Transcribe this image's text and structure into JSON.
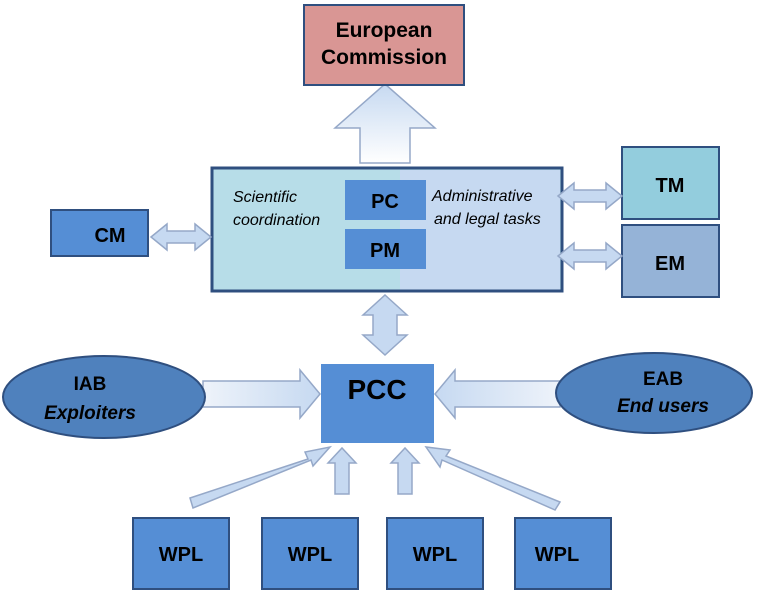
{
  "nodes": {
    "european_commission": {
      "line1": "European",
      "line2": "Commission"
    },
    "cm": {
      "label": "CM"
    },
    "tm": {
      "label": "TM"
    },
    "em": {
      "label": "EM"
    },
    "pc": {
      "label": "PC"
    },
    "pm": {
      "label": "PM"
    },
    "pcc": {
      "label": "PCC"
    },
    "scientific": {
      "line1": "Scientific",
      "line2": "coordination"
    },
    "administrative": {
      "line1": "Administrative",
      "line2": "and legal tasks"
    },
    "iab": {
      "line1": "IAB",
      "line2": "Exploiters"
    },
    "eab": {
      "line1": "EAB",
      "line2": "End users"
    },
    "wpl": [
      "WPL",
      "WPL",
      "WPL",
      "WPL"
    ]
  },
  "colors": {
    "european_commission_fill": "#d99694",
    "box_blue": "#558ed5",
    "box_border": "#2f4f7f",
    "coord_left": "#b7dde8",
    "coord_right": "#c6d9f1",
    "tm_fill": "#93cddd",
    "em_fill": "#95b3d7",
    "ellipse_fill": "#4f81bd",
    "arrow_fill": "#c6d9f1",
    "arrow_stroke": "#95a8c8"
  }
}
